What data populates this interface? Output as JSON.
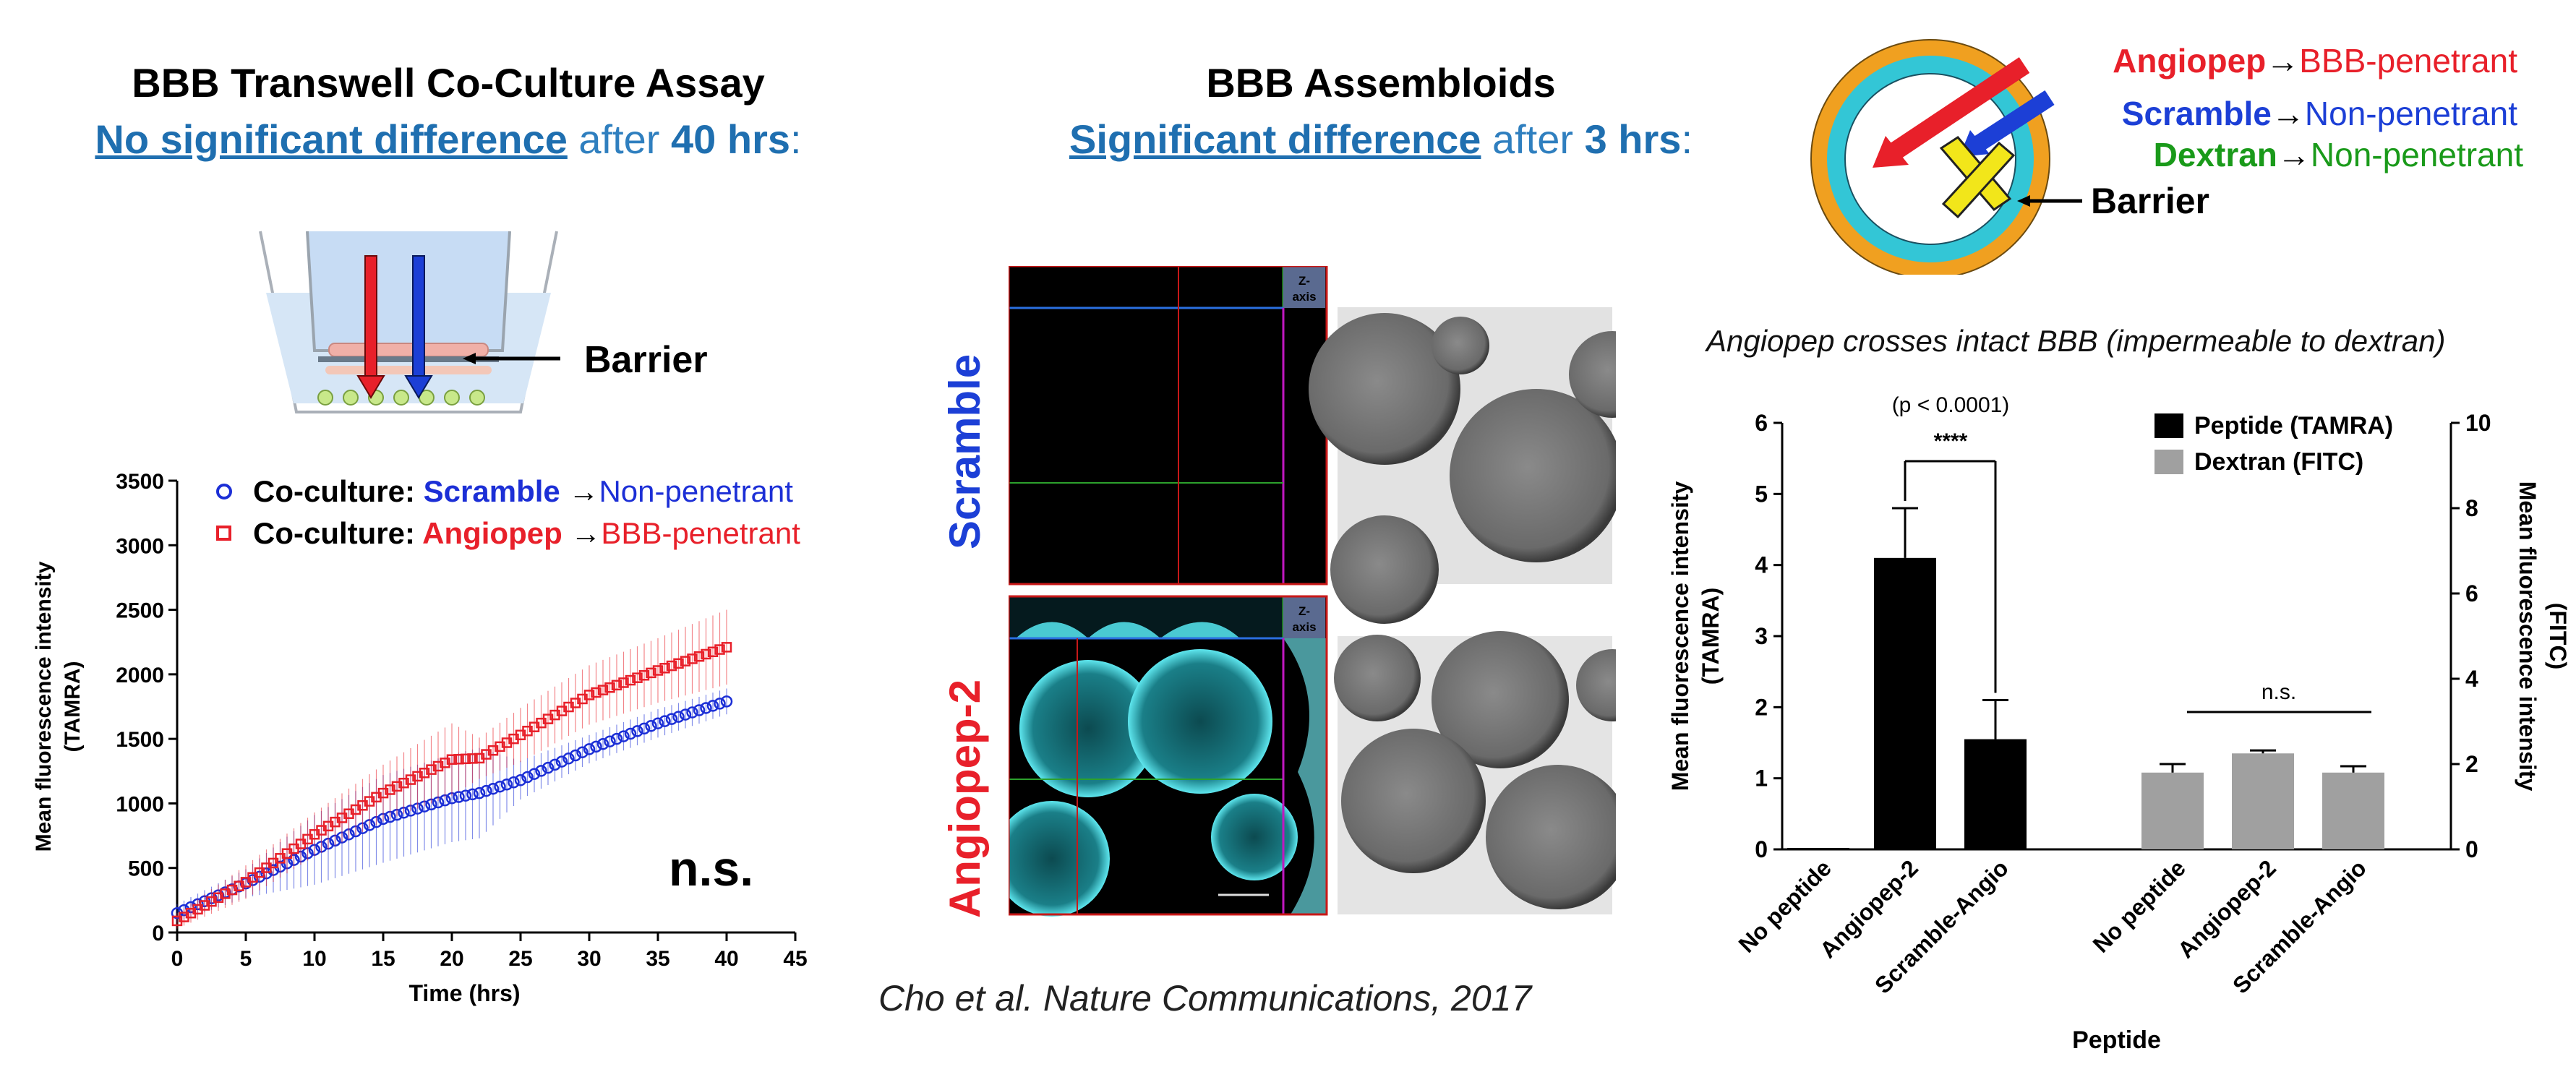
{
  "left_panel": {
    "title": "BBB Transwell Co-Culture Assay",
    "subtitle_emph": "No significant difference",
    "subtitle_mid": " after ",
    "subtitle_time": "40 hrs",
    "subtitle_end": ":",
    "barrier_label": "Barrier",
    "ns_label": "n.s."
  },
  "middle_panel": {
    "title": "BBB Assembloids",
    "subtitle_emph": "Significant difference",
    "subtitle_mid": " after ",
    "subtitle_time": "3 hrs",
    "subtitle_end": ":",
    "row_label_top": "Scramble",
    "row_label_bottom": "Angiopep-2",
    "z_axis_label_1": "Z-",
    "z_axis_label_2": "axis",
    "citation": "Cho et al. Nature Communications, 2017"
  },
  "right_panel": {
    "legend_angiopep_name": "Angiopep",
    "legend_angiopep_desc": "BBB-penetrant",
    "legend_scramble_name": "Scramble",
    "legend_scramble_desc": "Non-penetrant",
    "legend_dextran_name": "Dextran",
    "legend_dextran_desc": "Non-penetrant",
    "arrow_symbol": "→",
    "barrier_label": "Barrier",
    "caption": "Angiopep crosses intact BBB (impermeable to dextran)",
    "colors": {
      "angiopep": "#e8202a",
      "scramble": "#1c3fd6",
      "dextran": "#1a9a1a",
      "cross": "#f2e61a",
      "ring": "#f0a020",
      "cells": "#33c6d6"
    }
  },
  "chart_data": [
    {
      "type": "line",
      "xlabel": "Time (hrs)",
      "ylabel": "Mean fluorescence intensity\n(TAMRA)",
      "xlim": [
        0,
        45
      ],
      "ylim": [
        0,
        3500
      ],
      "xticks": [
        0,
        5,
        10,
        15,
        20,
        25,
        30,
        35,
        40,
        45
      ],
      "yticks": [
        0,
        500,
        1000,
        1500,
        2000,
        2500,
        3000,
        3500
      ],
      "grid": false,
      "legend_position": "top-right",
      "legend": [
        {
          "prefix": "Co-culture: ",
          "name": "Scramble",
          "arrow": "→",
          "desc": "Non-penetrant",
          "color": "#1c2fd6",
          "marker": "circle"
        },
        {
          "prefix": "Co-culture: ",
          "name": "Angiopep",
          "arrow": "→",
          "desc": "BBB-penetrant",
          "color": "#e8202a",
          "marker": "square"
        }
      ],
      "x": [
        0,
        5,
        10,
        15,
        20,
        22,
        25,
        30,
        35,
        40
      ],
      "series": [
        {
          "name": "Scramble",
          "color": "#1c2fd6",
          "values": [
            150,
            380,
            640,
            880,
            1040,
            1080,
            1180,
            1420,
            1620,
            1790
          ],
          "error": [
            70,
            110,
            270,
            340,
            340,
            350,
            150,
            110,
            110,
            100
          ]
        },
        {
          "name": "Angiopep",
          "color": "#e8202a",
          "values": [
            90,
            390,
            760,
            1080,
            1340,
            1350,
            1530,
            1840,
            2030,
            2210
          ],
          "error": [
            60,
            130,
            170,
            220,
            280,
            160,
            210,
            230,
            250,
            290
          ]
        }
      ]
    },
    {
      "type": "bar",
      "title": "",
      "xlabel": "Peptide",
      "ylabel": "Mean fluorescence intensity\n(TAMRA)",
      "ylabel_right": "Mean fluorescence intensity\n(FITC)",
      "ylim": [
        0,
        6
      ],
      "ylim_right": [
        0,
        10
      ],
      "yticks": [
        0,
        1,
        2,
        3,
        4,
        5,
        6
      ],
      "yticks_right": [
        0,
        2,
        4,
        6,
        8,
        10
      ],
      "legend_position": "top-right",
      "legend": [
        {
          "name": "Peptide (TAMRA)",
          "color": "#000000"
        },
        {
          "name": "Dextran (FITC)",
          "color": "#a0a0a0"
        }
      ],
      "series": [
        {
          "name": "Peptide (TAMRA)",
          "axis": "left",
          "color": "#000000",
          "categories": [
            "No peptide",
            "Angiopep-2",
            "Scramble-Angio"
          ],
          "values": [
            0.02,
            4.1,
            1.55
          ],
          "error": [
            0.0,
            0.7,
            0.55
          ]
        },
        {
          "name": "Dextran (FITC)",
          "axis": "right",
          "color": "#a0a0a0",
          "categories": [
            "No peptide",
            "Angiopep-2",
            "Scramble-Angio"
          ],
          "values": [
            1.8,
            2.25,
            1.8
          ],
          "error": [
            0.2,
            0.07,
            0.15
          ]
        }
      ],
      "annotations": {
        "pvalue": "(p < 0.0001)",
        "stars": "****",
        "ns": "n.s."
      }
    }
  ]
}
